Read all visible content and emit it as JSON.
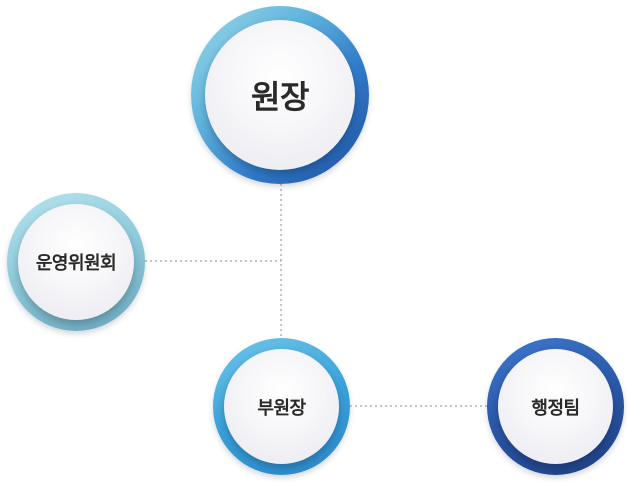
{
  "nodes": {
    "director": {
      "label": "원장"
    },
    "committee": {
      "label": "운영위원회"
    },
    "vice_director": {
      "label": "부원장"
    },
    "admin_team": {
      "label": "행정팀"
    }
  },
  "colors": {
    "connector": "#8a8a8a",
    "director_ring": "#2f79c8",
    "committee_ring": "#8cc9d9",
    "vice_ring": "#3aa2da",
    "admin_ring": "#2a57a8"
  }
}
